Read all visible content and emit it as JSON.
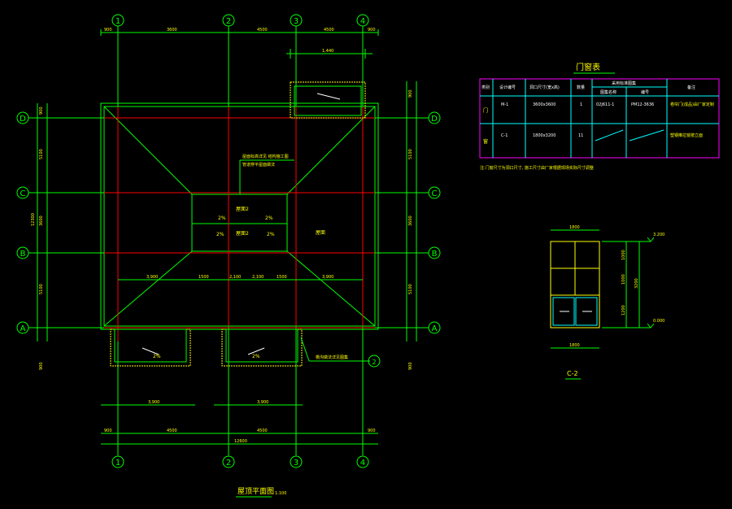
{
  "grid": {
    "columns": [
      "1",
      "2",
      "3",
      "4"
    ],
    "rows": [
      "D",
      "C",
      "B",
      "A"
    ]
  },
  "dimensions": {
    "top_row": [
      "900",
      "3600",
      "4500",
      "4500",
      "900"
    ],
    "top_sub": "1,440",
    "bottom_row1": [
      "900",
      "4500",
      "4500",
      "900"
    ],
    "bottom_row2": "12600",
    "bottom_piece": [
      "3,900",
      "3,900"
    ],
    "left_col": [
      "900",
      "5100",
      "3600",
      "5100",
      "900"
    ],
    "left_total": "12300",
    "right_col": [
      "900",
      "5100",
      "3600",
      "5100",
      "900"
    ],
    "interior": [
      "3,900",
      "1500",
      "2,100",
      "2,100",
      "1500",
      "3,900"
    ]
  },
  "plan_labels": {
    "slope_pct": [
      "2%",
      "2%",
      "2%",
      "2%",
      "2%",
      "2%"
    ],
    "roof_label": "屋面2",
    "roof_label_b": "屋面",
    "note_leader": "屋面标高详见 结构施工图",
    "note_leader_b": "管道穿平屋面做法",
    "callout_text": "檐沟做法详见图集",
    "callout_ref": "2"
  },
  "title": {
    "main": "屋顶平面图",
    "scale": "1:100"
  },
  "door_window_table": {
    "title": "门窗表",
    "headers": [
      "类别",
      "设计编号",
      "洞口尺寸(宽x高)",
      "数量",
      "采用标准图集",
      "备注"
    ],
    "subheaders": [
      "图集名称",
      "编号"
    ],
    "rows": [
      {
        "category": "门",
        "code": "M-1",
        "size": "3600x3600",
        "qty": "1",
        "atlas": "02J611-1",
        "number": "PM12-3636",
        "note": "卷帘门(成品)由厂家定制"
      },
      {
        "category": "窗",
        "code": "C-1",
        "size": "1800x3200",
        "qty": "11",
        "atlas": "",
        "number": "",
        "note": "塑钢推拉窗按立面"
      }
    ],
    "note": "注:门窗尺寸为洞口尺寸, 施工尺寸由厂家根据现场实际尺寸调整"
  },
  "elevation": {
    "label": "C-2",
    "width_dim": "1800",
    "heights": [
      "1000",
      "1000",
      "1200"
    ],
    "total_height": "3200",
    "level_top": "3.200",
    "level_bottom": "0.000"
  }
}
